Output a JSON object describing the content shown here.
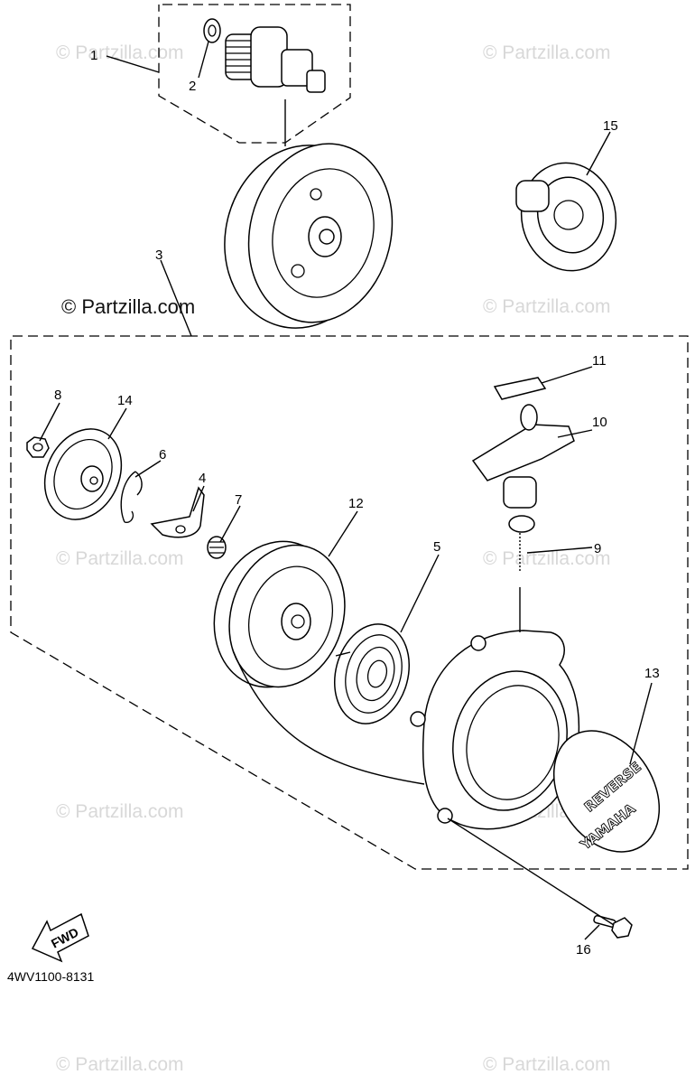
{
  "watermarks": [
    "© Partzilla.com",
    "© Partzilla.com",
    "© Partzilla.com",
    "© Partzilla.com",
    "© Partzilla.com",
    "© Partzilla.com",
    "© Partzilla.com",
    "© Partzilla.com",
    "© Partzilla.com",
    "© Partzilla.com"
  ],
  "copyright": "© Partzilla.com",
  "diagram_code": "4WV1100-8131",
  "fwd_label": "FWD",
  "emblem": {
    "top_text": "REVERSE",
    "brand": "YAMAHA"
  },
  "callouts": [
    "1",
    "2",
    "3",
    "4",
    "5",
    "6",
    "7",
    "8",
    "9",
    "10",
    "11",
    "12",
    "13",
    "14",
    "15",
    "16"
  ],
  "colors": {
    "line": "#000000",
    "watermark": "#d8d8d8",
    "background": "#ffffff"
  }
}
